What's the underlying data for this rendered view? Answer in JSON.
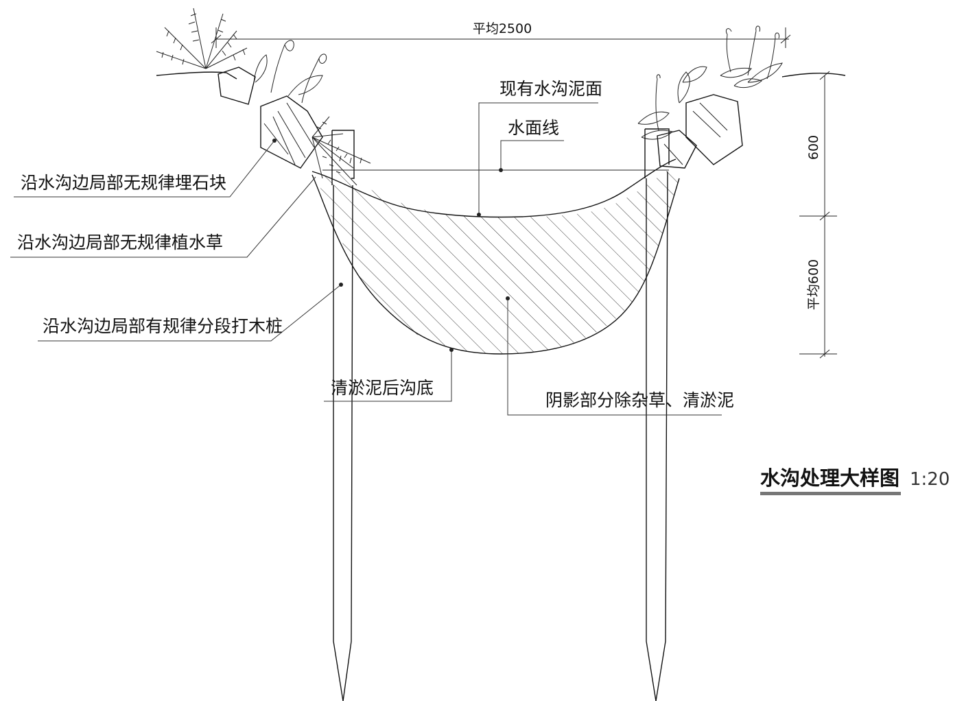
{
  "title": "水沟处理大样图",
  "scale": "1:20",
  "dimensions": {
    "width": "平均2500",
    "upper_depth": "600",
    "lower_depth": "平均600"
  },
  "annotations": {
    "existing_mud_surface": "现有水沟泥面",
    "water_line": "水面线",
    "stones": "沿水沟边局部无规律埋石块",
    "aquatic_plants": "沿水沟边局部无规律植水草",
    "wood_piles": "沿水沟边局部有规律分段打木桩",
    "dredged_bottom": "清淤泥后沟底",
    "hatched_area": "阴影部分除杂草、清淤泥"
  },
  "colors": {
    "line": "#111111",
    "title_underline": "#777777"
  }
}
